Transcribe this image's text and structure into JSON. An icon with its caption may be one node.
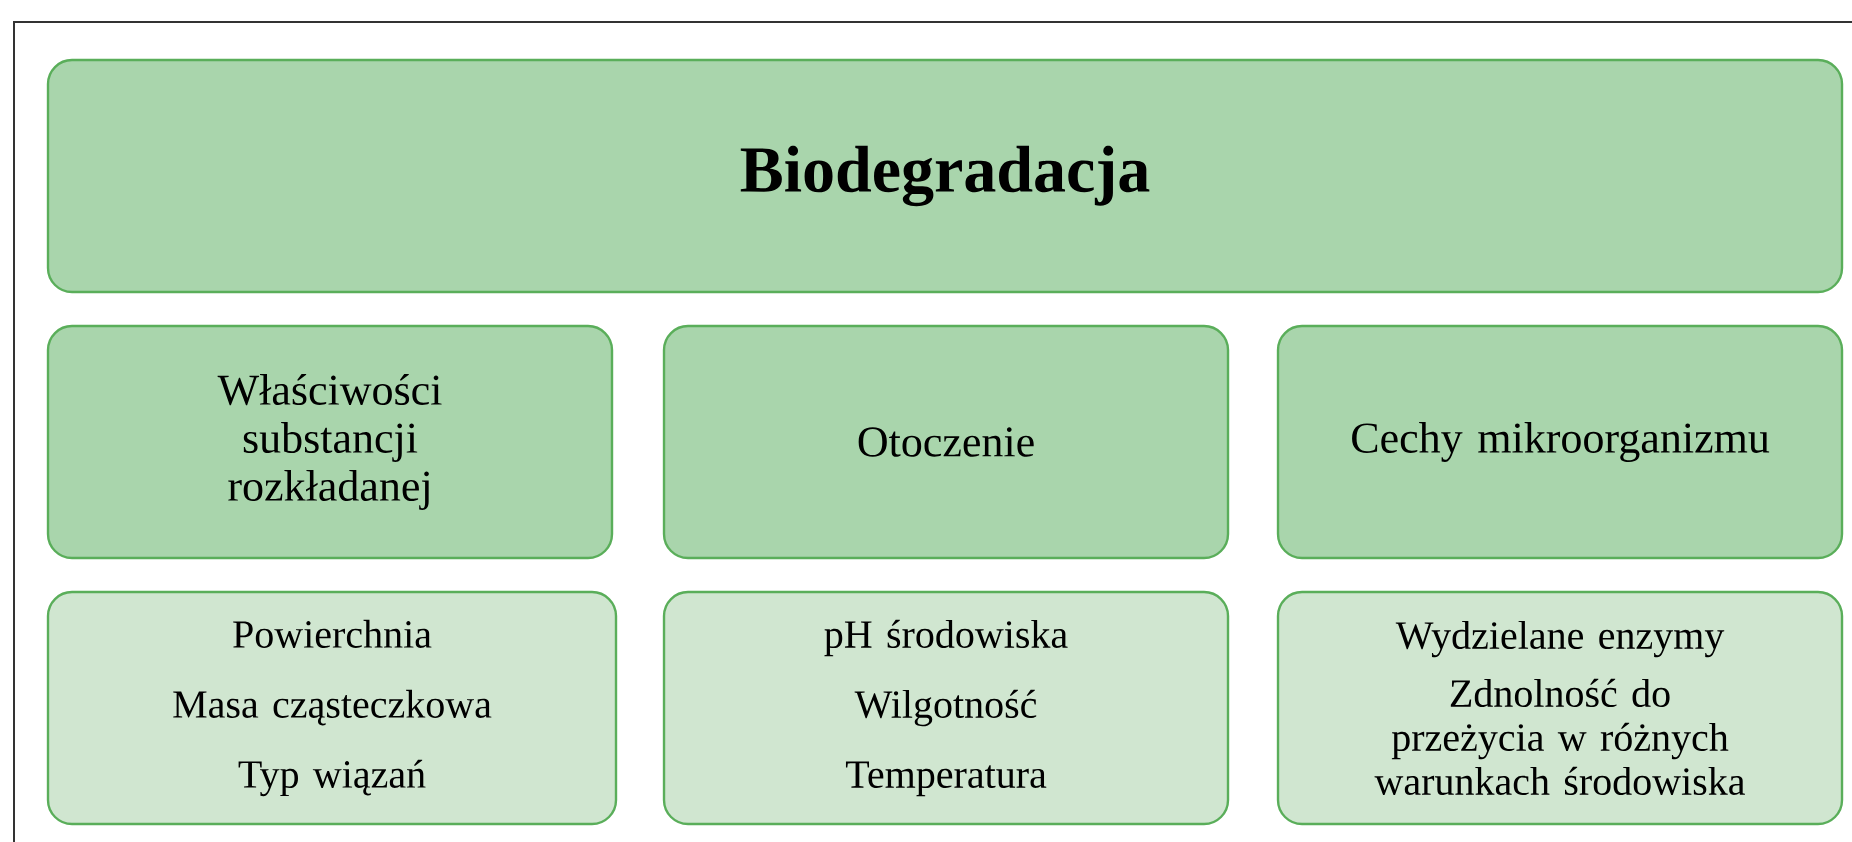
{
  "diagram": {
    "nodes": [
      {
        "text": [
          "Biodegradacja"
        ]
      },
      {
        "text": [
          "Właściwości substancji rozkładanej"
        ]
      },
      {
        "text": [
          "Otoczenie"
        ]
      },
      {
        "text": [
          "Cechy mikroorganizmu"
        ]
      },
      {
        "text": [
          "Powierchnia",
          "Masa cząsteczkowa",
          "Typ wiązań"
        ]
      },
      {
        "text": [
          "pH środowiska",
          "Wilgotność",
          "Temperatura"
        ]
      },
      {
        "text": [
          "Wydzielane enzymy",
          "Zdnolność do przeżycia w różnych warunkach środowiska"
        ]
      }
    ]
  }
}
